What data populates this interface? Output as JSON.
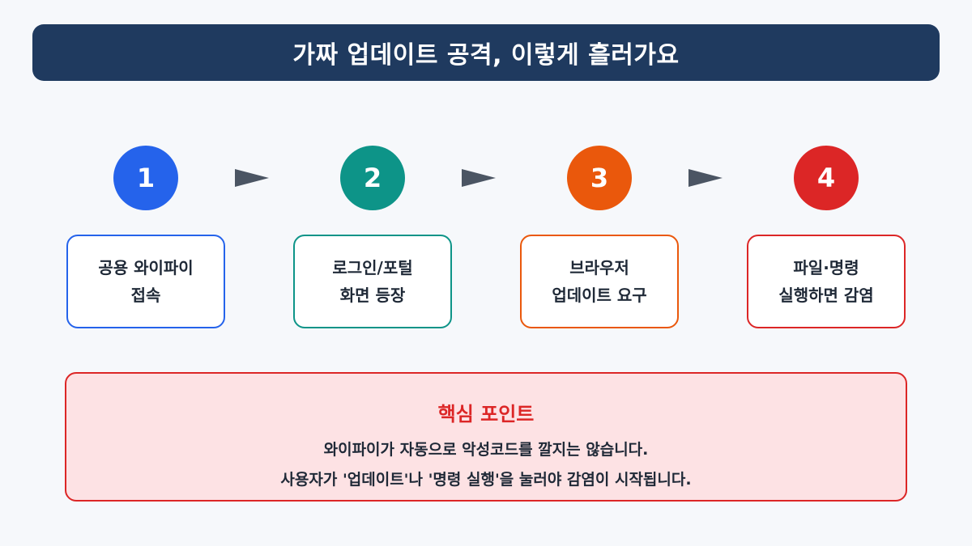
{
  "title": "가짜 업데이트 공격, 이렇게 흘러가요",
  "steps": [
    {
      "number": "1",
      "lines": [
        "공용 와이파이",
        "접속"
      ],
      "color": "#2563eb"
    },
    {
      "number": "2",
      "lines": [
        "로그인/포털",
        "화면 등장"
      ],
      "color": "#0d9488"
    },
    {
      "number": "3",
      "lines": [
        "브라우저",
        "업데이트 요구"
      ],
      "color": "#ea580c"
    },
    {
      "number": "4",
      "lines": [
        "파일·명령",
        "실행하면 감염"
      ],
      "color": "#dc2626"
    }
  ],
  "arrow_color": "#4b5563",
  "key_point": {
    "title": "핵심 포인트",
    "lines": [
      "와이파이가 자동으로 악성코드를 깔지는 않습니다.",
      "사용자가 '업데이트'나 '명령 실행'을 눌러야 감염이 시작됩니다."
    ],
    "color": "#dc2626"
  }
}
